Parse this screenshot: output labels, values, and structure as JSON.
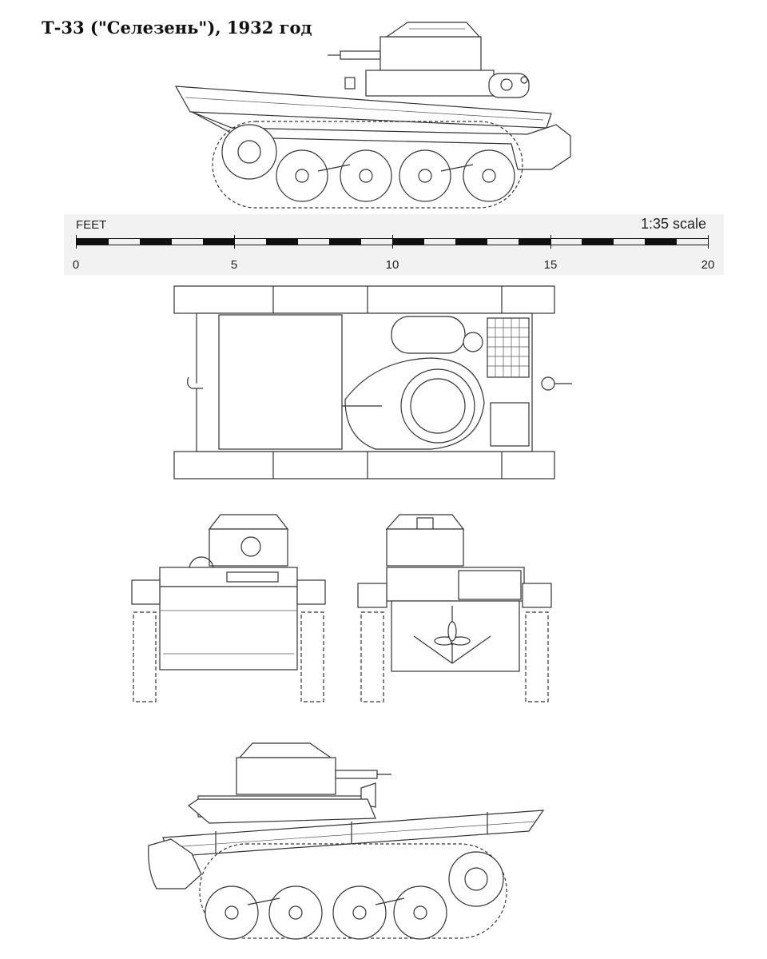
{
  "title": "Т-33 (\"Селезень\"), 1932 год",
  "scale": {
    "unit_label": "FEET",
    "ratio_label": "1:35 scale",
    "ticks": [
      "0",
      "5",
      "10",
      "15",
      "20"
    ]
  },
  "colors": {
    "line": "#333333",
    "fill": "#ffffff",
    "scale_panel": "#f2f2f2"
  }
}
